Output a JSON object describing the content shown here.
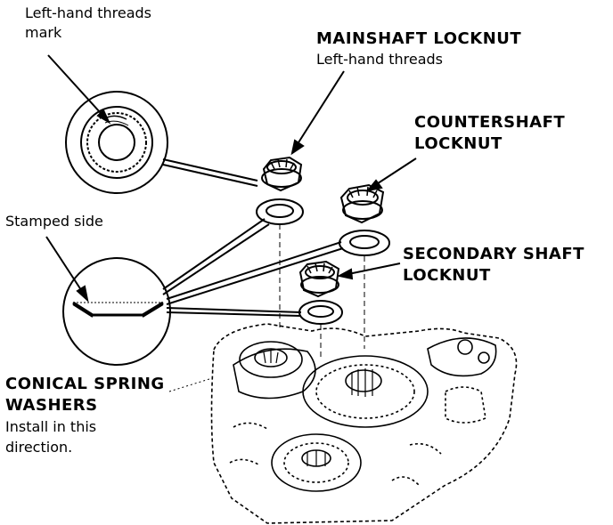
{
  "labels": {
    "lh_mark_line1": "Left-hand threads",
    "lh_mark_line2": "mark",
    "mainshaft_title": "MAINSHAFT LOCKNUT",
    "mainshaft_sub": "Left-hand threads",
    "countershaft_line1": "COUNTERSHAFT",
    "countershaft_line2": "LOCKNUT",
    "stamped_side": "Stamped side",
    "secondary_line1": "SECONDARY SHAFT",
    "secondary_line2": "LOCKNUT",
    "conical_line1": "CONICAL SPRING",
    "conical_line2": "WASHERS",
    "conical_sub1": "Install in this",
    "conical_sub2": "direction."
  },
  "colors": {
    "ink": "#000000",
    "paper": "#ffffff"
  }
}
